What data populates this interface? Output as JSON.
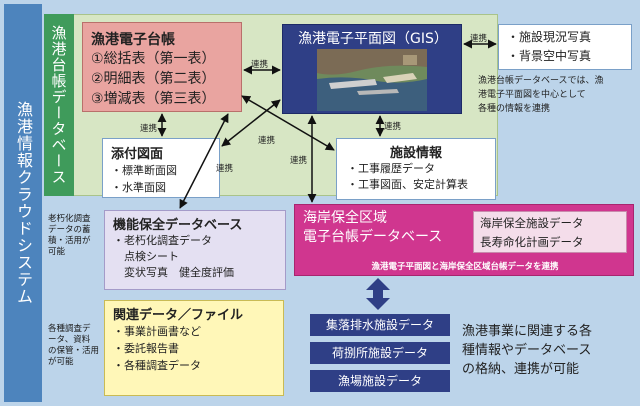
{
  "system_title": "漁港情報クラウドシステム",
  "database_title": "漁港台帳データベース",
  "ledger": {
    "title": "漁港電子台帳",
    "lines": [
      "①総括表（第一表）",
      "②明細表（第二表）",
      "③増減表（第三表）"
    ]
  },
  "gis": {
    "title": "漁港電子平面図（GIS）"
  },
  "photos": [
    "・施設現況写真",
    "・背景空中写真"
  ],
  "gis_note": [
    "漁港台帳データベースでは、漁",
    "港電子平面図を中心として",
    "各種の情報を連携"
  ],
  "attached": {
    "title": "添付図面",
    "lines": [
      "・標準断面図",
      "・水準面図"
    ]
  },
  "facility": {
    "title": "施設情報",
    "lines": [
      "・工事履歴データ",
      "・工事図面、安定計算表"
    ]
  },
  "functional": {
    "title": "機能保全データベース",
    "lines": [
      "・老朽化調査データ",
      "　点検シート",
      "　変状写真　健全度評価"
    ]
  },
  "coastal": {
    "title_lines": [
      "海岸保全区域",
      "電子台帳データベース"
    ],
    "sub": [
      "海岸保全施設データ",
      "長寿命化計画データ"
    ],
    "link_note": "漁港電子平面図と海岸保全区域台帳データを連携"
  },
  "related": {
    "title": "関連データ／ファイル",
    "lines": [
      "・事業計画書など",
      "・委託報告書",
      "・各種調査データ"
    ]
  },
  "side_notes": {
    "aging": [
      "老朽化調査",
      "データの蓄",
      "積・活用が",
      "可能"
    ],
    "survey": [
      "各種調査デ",
      "ータ、資料",
      "の保管・活用",
      "が可能"
    ]
  },
  "buttons": [
    "集落排水施設データ",
    "荷捌所施設データ",
    "漁場施設データ"
  ],
  "bottom_note": [
    "漁港事業に関連する各",
    "種情報やデータベース",
    "の格納、連携が可能"
  ],
  "link_label": "連携",
  "colors": {
    "system": "#4d84bd",
    "database": "#3f9b5b",
    "gis": "#2f3f86",
    "coastal": "#d0368f"
  }
}
